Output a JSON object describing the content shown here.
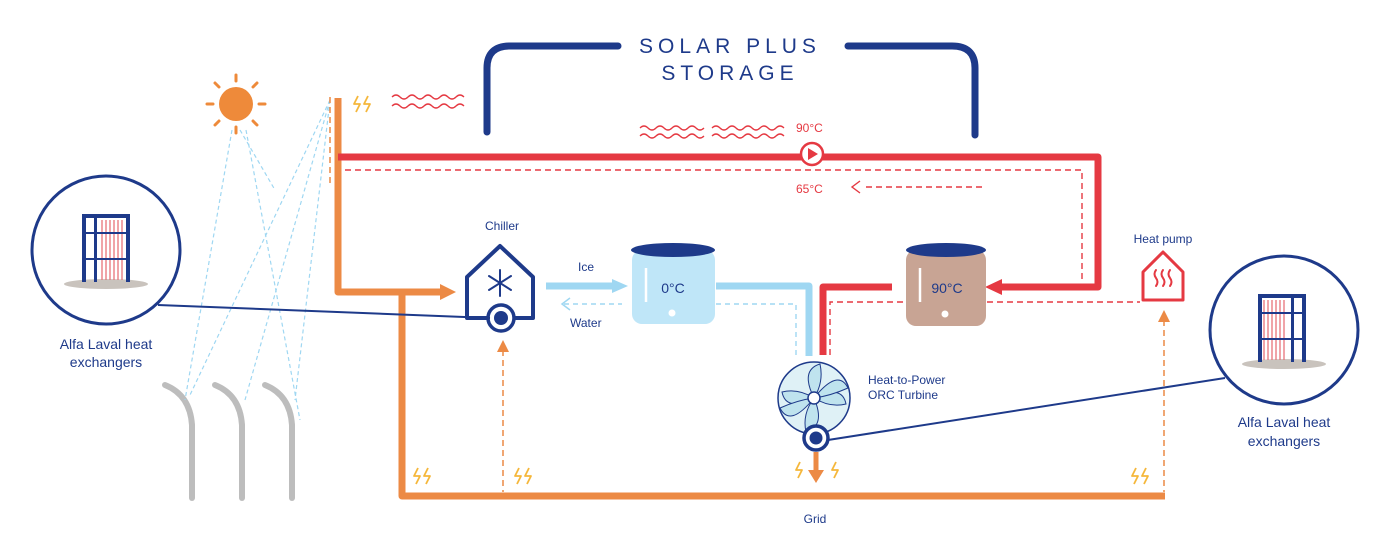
{
  "title": {
    "line1": "SOLAR PLUS",
    "line2": "STORAGE"
  },
  "temps": {
    "hot_supply": "90°C",
    "return": "65°C"
  },
  "tanks": {
    "cold": "0°C",
    "hot": "90°C"
  },
  "labels": {
    "chiller": "Chiller",
    "heat_pump": "Heat pump",
    "ice": "Ice",
    "water": "Water",
    "turbine_line1": "Heat-to-Power",
    "turbine_line2": "ORC Turbine",
    "grid": "Grid"
  },
  "exchangers": {
    "left_line1": "Alfa Laval heat",
    "left_line2": "exchangers",
    "right_line1": "Alfa Laval heat",
    "right_line2": "exchangers"
  },
  "colors": {
    "navy": "#1e3a8a",
    "red": "#e53942",
    "orange": "#ec8a45",
    "light_blue": "#9fd7f2",
    "yellow": "#f5b73b",
    "sun": "#ee8a3a",
    "gray": "#bdbdbd"
  }
}
